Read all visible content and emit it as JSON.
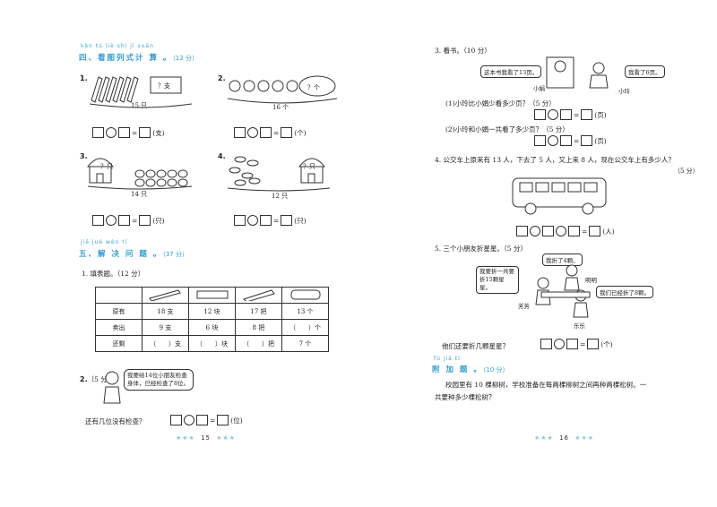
{
  "left": {
    "sec4": {
      "pinyin": "kàn tú liè shì jì suàn",
      "title": "四、看图列式计 算 。",
      "score": "（12 分）"
    },
    "q1": {
      "num": "1.",
      "box_label": "？支",
      "total": "15 只",
      "unit": "(支)"
    },
    "q2": {
      "num": "2.",
      "basket_label": "？个",
      "total": "16 个",
      "unit": "(个)"
    },
    "q3": {
      "num": "3.",
      "house_label": "？只",
      "total": "14 只",
      "unit": "(只)"
    },
    "q4": {
      "num": "4.",
      "house_label": "？只",
      "total": "12 只",
      "unit": "(只)"
    },
    "sec5": {
      "pinyin": "jiě jué wèn tí",
      "title": "五、解 决 问 题 。",
      "score": "（37 分）"
    },
    "p1": {
      "title": "1. 填表题。（12 分）"
    },
    "table": {
      "rows": [
        {
          "label": "原有",
          "cells": [
            "18 支",
            "12 块",
            "17 把",
            "13 个"
          ]
        },
        {
          "label": "卖出",
          "cells": [
            "9 支",
            "6 块",
            "8 把",
            "（　　）个"
          ]
        },
        {
          "label": "还剩",
          "cells": [
            "（　　）支",
            "（　　）块",
            "（　　）把",
            "7 个"
          ]
        }
      ]
    },
    "p2": {
      "num": "2.",
      "score": "（5 分）",
      "bubble": "我要给14位小朋友检查身体，已经检查了8位。",
      "question": "还有几位没有检查？",
      "unit": "(位)"
    },
    "page_num": "15"
  },
  "right": {
    "p3": {
      "title": "3. 看书。（10 分）",
      "bubble_left": "这本书我看了13页。",
      "name_left": "小娟",
      "bubble_right": "我看了6页。",
      "name_right": "小玲",
      "q1": "(1)小玲比小娟少看多少页？（5 分）",
      "q1_unit": "(页)",
      "q2": "(2)小玲和小娟一共看了多少页？（5 分）",
      "q2_unit": "(页)"
    },
    "p4": {
      "text": "4. 公交车上原来有 13 人，下去了 5 人，又上来 8 人，现在公交车上有多少人？",
      "score": "（5 分）",
      "unit": "(人)"
    },
    "p5": {
      "title": "5. 三个小朋友折星星。（5 分）",
      "bubble1": "我折了4颗。",
      "name1": "明明",
      "bubble2": "我要折一共要折15颗星星。",
      "bubble3": "我们已经折了8颗。",
      "name2": "芳芳",
      "name3": "乐乐",
      "question": "他们还要折几颗星星？",
      "unit": "(个)"
    },
    "extra": {
      "pinyin": "fù jiā tí",
      "title": "附 加 题 。",
      "score": "（10 分）",
      "text1": "校园里有 10 棵柳树，学校准备在每两棵柳树之间再种两棵松树。一",
      "text2": "共要种多少棵松树？"
    },
    "page_num": "16"
  },
  "stars": "★★★"
}
